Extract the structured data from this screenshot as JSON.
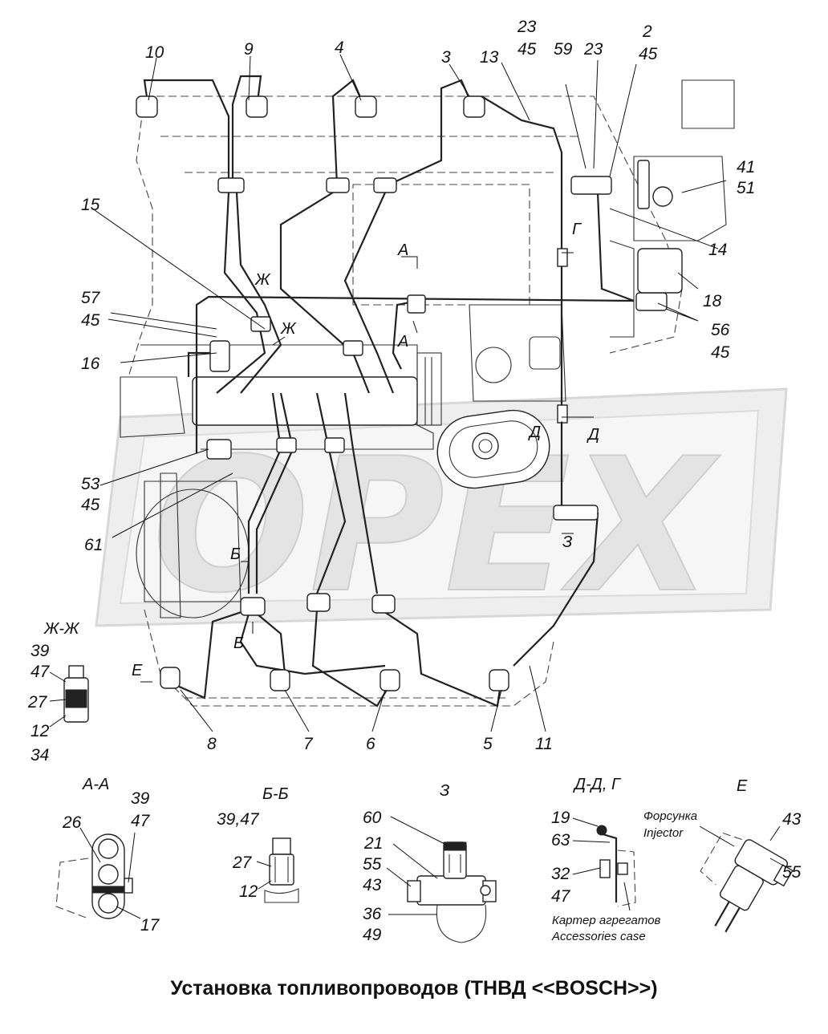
{
  "title": "Установка топливопроводов (ТНВД <<BOSCH>>)",
  "watermark": "OPEX",
  "callouts": [
    {
      "id": "c10",
      "text": "10"
    },
    {
      "id": "c9",
      "text": "9"
    },
    {
      "id": "c4",
      "text": "4"
    },
    {
      "id": "c3",
      "text": "3"
    },
    {
      "id": "c13",
      "text": "13"
    },
    {
      "id": "c23a",
      "text": "23"
    },
    {
      "id": "c45a",
      "text": "45"
    },
    {
      "id": "c59",
      "text": "59"
    },
    {
      "id": "c23b",
      "text": "23"
    },
    {
      "id": "c2",
      "text": "2"
    },
    {
      "id": "c45b",
      "text": "45"
    },
    {
      "id": "c41",
      "text": "41"
    },
    {
      "id": "c51",
      "text": "51"
    },
    {
      "id": "c14",
      "text": "14"
    },
    {
      "id": "c18",
      "text": "18"
    },
    {
      "id": "c56",
      "text": "56"
    },
    {
      "id": "c45c",
      "text": "45"
    },
    {
      "id": "c15",
      "text": "15"
    },
    {
      "id": "c57",
      "text": "57"
    },
    {
      "id": "c45d",
      "text": "45"
    },
    {
      "id": "c16",
      "text": "16"
    },
    {
      "id": "c53",
      "text": "53"
    },
    {
      "id": "c45e",
      "text": "45"
    },
    {
      "id": "c61",
      "text": "61"
    },
    {
      "id": "c8",
      "text": "8"
    },
    {
      "id": "c7",
      "text": "7"
    },
    {
      "id": "c6",
      "text": "6"
    },
    {
      "id": "c5",
      "text": "5"
    },
    {
      "id": "c11",
      "text": "11"
    },
    {
      "id": "c39a",
      "text": "39"
    },
    {
      "id": "c47a",
      "text": "47"
    },
    {
      "id": "c27a",
      "text": "27"
    },
    {
      "id": "c12a",
      "text": "12"
    },
    {
      "id": "c34",
      "text": "34"
    }
  ],
  "section_marks": {
    "a_top": "А",
    "a_mid": "А",
    "g": "Г",
    "zh1": "Ж",
    "zh2": "Ж",
    "d1": "Д",
    "d2": "Д",
    "z": "З",
    "b1": "Б",
    "b2": "Б",
    "e": "Е"
  },
  "views": {
    "zhzh": {
      "title": "Ж-Ж"
    },
    "aa": {
      "title": "А-А",
      "labels": [
        "26",
        "39",
        "47",
        "17"
      ]
    },
    "bb": {
      "title": "Б-Б",
      "labels": [
        "39,47",
        "27",
        "12"
      ]
    },
    "z": {
      "title": "З",
      "labels": [
        "60",
        "21",
        "55",
        "43",
        "36",
        "49"
      ]
    },
    "dd": {
      "title": "Д-Д, Г",
      "labels": [
        "19",
        "63",
        "32",
        "47"
      ],
      "caption_ru": "Картер агрегатов",
      "caption_en": "Accessories case"
    },
    "e": {
      "title": "Е",
      "labels": [
        "43",
        "55"
      ],
      "caption_ru": "Форсунка",
      "caption_en": "Injector"
    }
  }
}
